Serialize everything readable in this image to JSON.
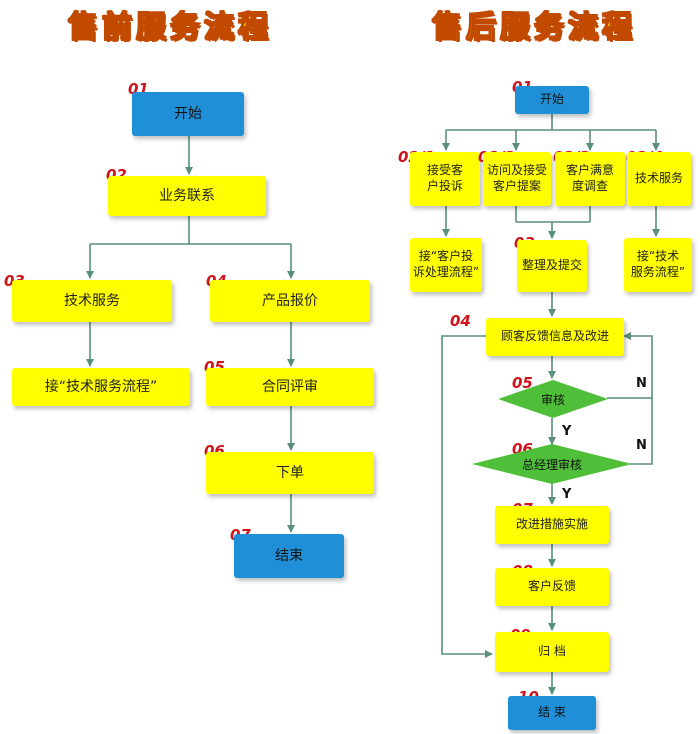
{
  "titles": {
    "left": "售前服务流程",
    "right": "售后服务流程"
  },
  "colors": {
    "node": "#ffff00",
    "terminal": "#1f90d8",
    "decision": "#4fbf3a",
    "edge": "#5a8f7a",
    "step": "#d0121b",
    "title_fill": "#ffe600",
    "title_outline": "#c24a00"
  },
  "pre_sale": {
    "start": {
      "step": "01",
      "label": "开始"
    },
    "business": {
      "step": "02",
      "label": "业务联系"
    },
    "tech_service": {
      "step": "03",
      "label": "技术服务"
    },
    "tech_flow": {
      "label": "接“技术服务流程”"
    },
    "quote": {
      "step": "04",
      "label": "产品报价"
    },
    "contract": {
      "step": "05",
      "label": "合同评审"
    },
    "order": {
      "step": "06",
      "label": "下单"
    },
    "end": {
      "step": "07",
      "label": "结束"
    }
  },
  "after_sale": {
    "start": {
      "step": "01",
      "label": "开始"
    },
    "complaint": {
      "step": "02/1",
      "label": "接受客\n户投诉"
    },
    "visit": {
      "step": "02/2",
      "label": "访问及接受\n客户提案"
    },
    "survey": {
      "step": "02/3",
      "label": "客户满意\n度调查"
    },
    "tech": {
      "step": "02/4",
      "label": "技术服务"
    },
    "complaint_flow": {
      "label": "接“客户投\n诉处理流程”"
    },
    "tech_flow": {
      "label": "接“技术\n服务流程”"
    },
    "organize": {
      "step": "03",
      "label": "整理及提交"
    },
    "feedback_improve": {
      "step": "04",
      "label": "顾客反馈信息及改进"
    },
    "review": {
      "step": "05",
      "label": "审核"
    },
    "gm_review": {
      "step": "06",
      "label": "总经理审核"
    },
    "implement": {
      "step": "07",
      "label": "改进措施实施"
    },
    "customer_feedback": {
      "step": "08",
      "label": "客户反馈"
    },
    "archive": {
      "step": "09",
      "label": "归  档"
    },
    "end": {
      "step": "10",
      "label": "结  束"
    },
    "yes": "Y",
    "no": "N"
  }
}
